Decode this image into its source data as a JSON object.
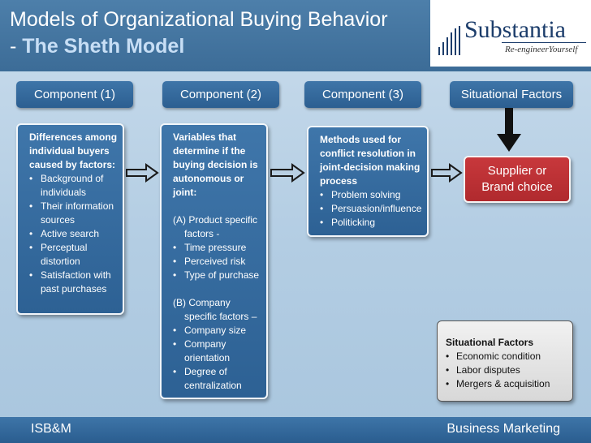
{
  "title": {
    "line1": "Models of Organizational Buying Behavior",
    "prefix": "- ",
    "line2": "The Sheth Model"
  },
  "logo": {
    "name": "Substantia",
    "tagline": "Re-engineerYourself"
  },
  "headers": {
    "c1": "Component (1)",
    "c2": "Component (2)",
    "c3": "Component (3)",
    "situational": "Situational Factors"
  },
  "box1": {
    "lead": "Differences among individual buyers caused by factors:",
    "items": [
      "Background of individuals",
      "Their information sources",
      "Active search",
      "Perceptual distortion",
      "Satisfaction with past purchases"
    ]
  },
  "box2": {
    "lead": "Variables that determine if the buying decision is autonomous or joint:",
    "groupA": "(A) Product specific factors -",
    "itemsA": [
      "Time pressure",
      "Perceived risk",
      "Type of purchase"
    ],
    "groupB": "(B) Company specific factors –",
    "itemsB": [
      "Company size",
      "Company orientation",
      "Degree of centralization"
    ]
  },
  "box3": {
    "lead": "Methods used for conflict resolution in joint-decision making process",
    "items": [
      "Problem solving",
      "Persuasion/influence",
      "Politicking"
    ]
  },
  "result": {
    "line1": "Supplier or",
    "line2": "Brand choice"
  },
  "situational_box": {
    "lead": "Situational Factors",
    "items": [
      "Economic condition",
      "Labor disputes",
      "Mergers & acquisition"
    ]
  },
  "footer": {
    "left": "ISB&M",
    "right": "Business Marketing"
  },
  "colors": {
    "dark_blue": "#2d6194",
    "title_blue": "#3c6c97",
    "red": "#b02a2e",
    "background": "#b9d2e5"
  }
}
